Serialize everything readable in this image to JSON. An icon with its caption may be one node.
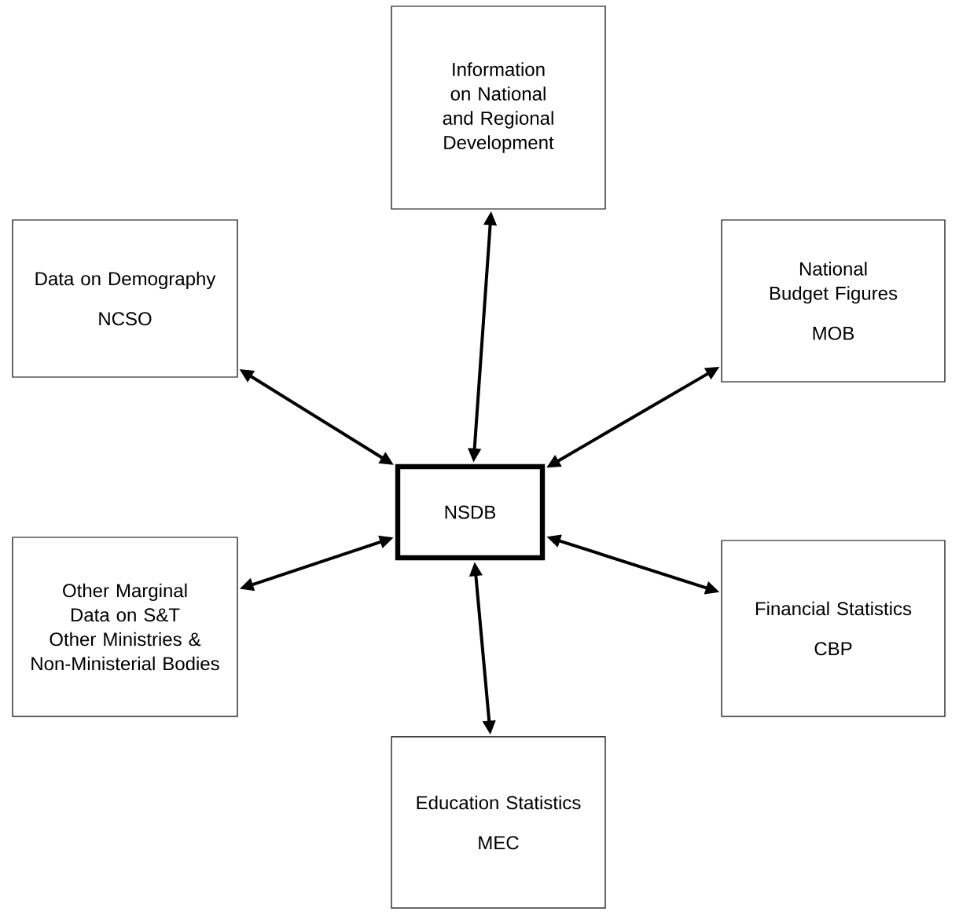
{
  "diagram": {
    "nodes": [
      {
        "text": [
          "Information on National and Regional Development"
        ]
      },
      {
        "text": [
          "Data on Demography",
          "NCSO"
        ]
      },
      {
        "text": [
          "National Budget Figures",
          "MOB"
        ]
      },
      {
        "text": [
          "NSDB"
        ]
      },
      {
        "text": [
          "Other Marginal Data on S&T",
          "Other Ministries & Non-Ministerial Bodies"
        ]
      },
      {
        "text": [
          "Financial Statistics",
          "CBP"
        ]
      },
      {
        "text": [
          "Education Statistics",
          "MEC"
        ]
      }
    ],
    "edges": [
      {
        "from": 3,
        "to": 0,
        "arrow": "both"
      },
      {
        "from": 3,
        "to": 1,
        "arrow": "both"
      },
      {
        "from": 3,
        "to": 2,
        "arrow": "both"
      },
      {
        "from": 3,
        "to": 4,
        "arrow": "both"
      },
      {
        "from": 3,
        "to": 5,
        "arrow": "both"
      },
      {
        "from": 3,
        "to": 6,
        "arrow": "both"
      }
    ]
  }
}
